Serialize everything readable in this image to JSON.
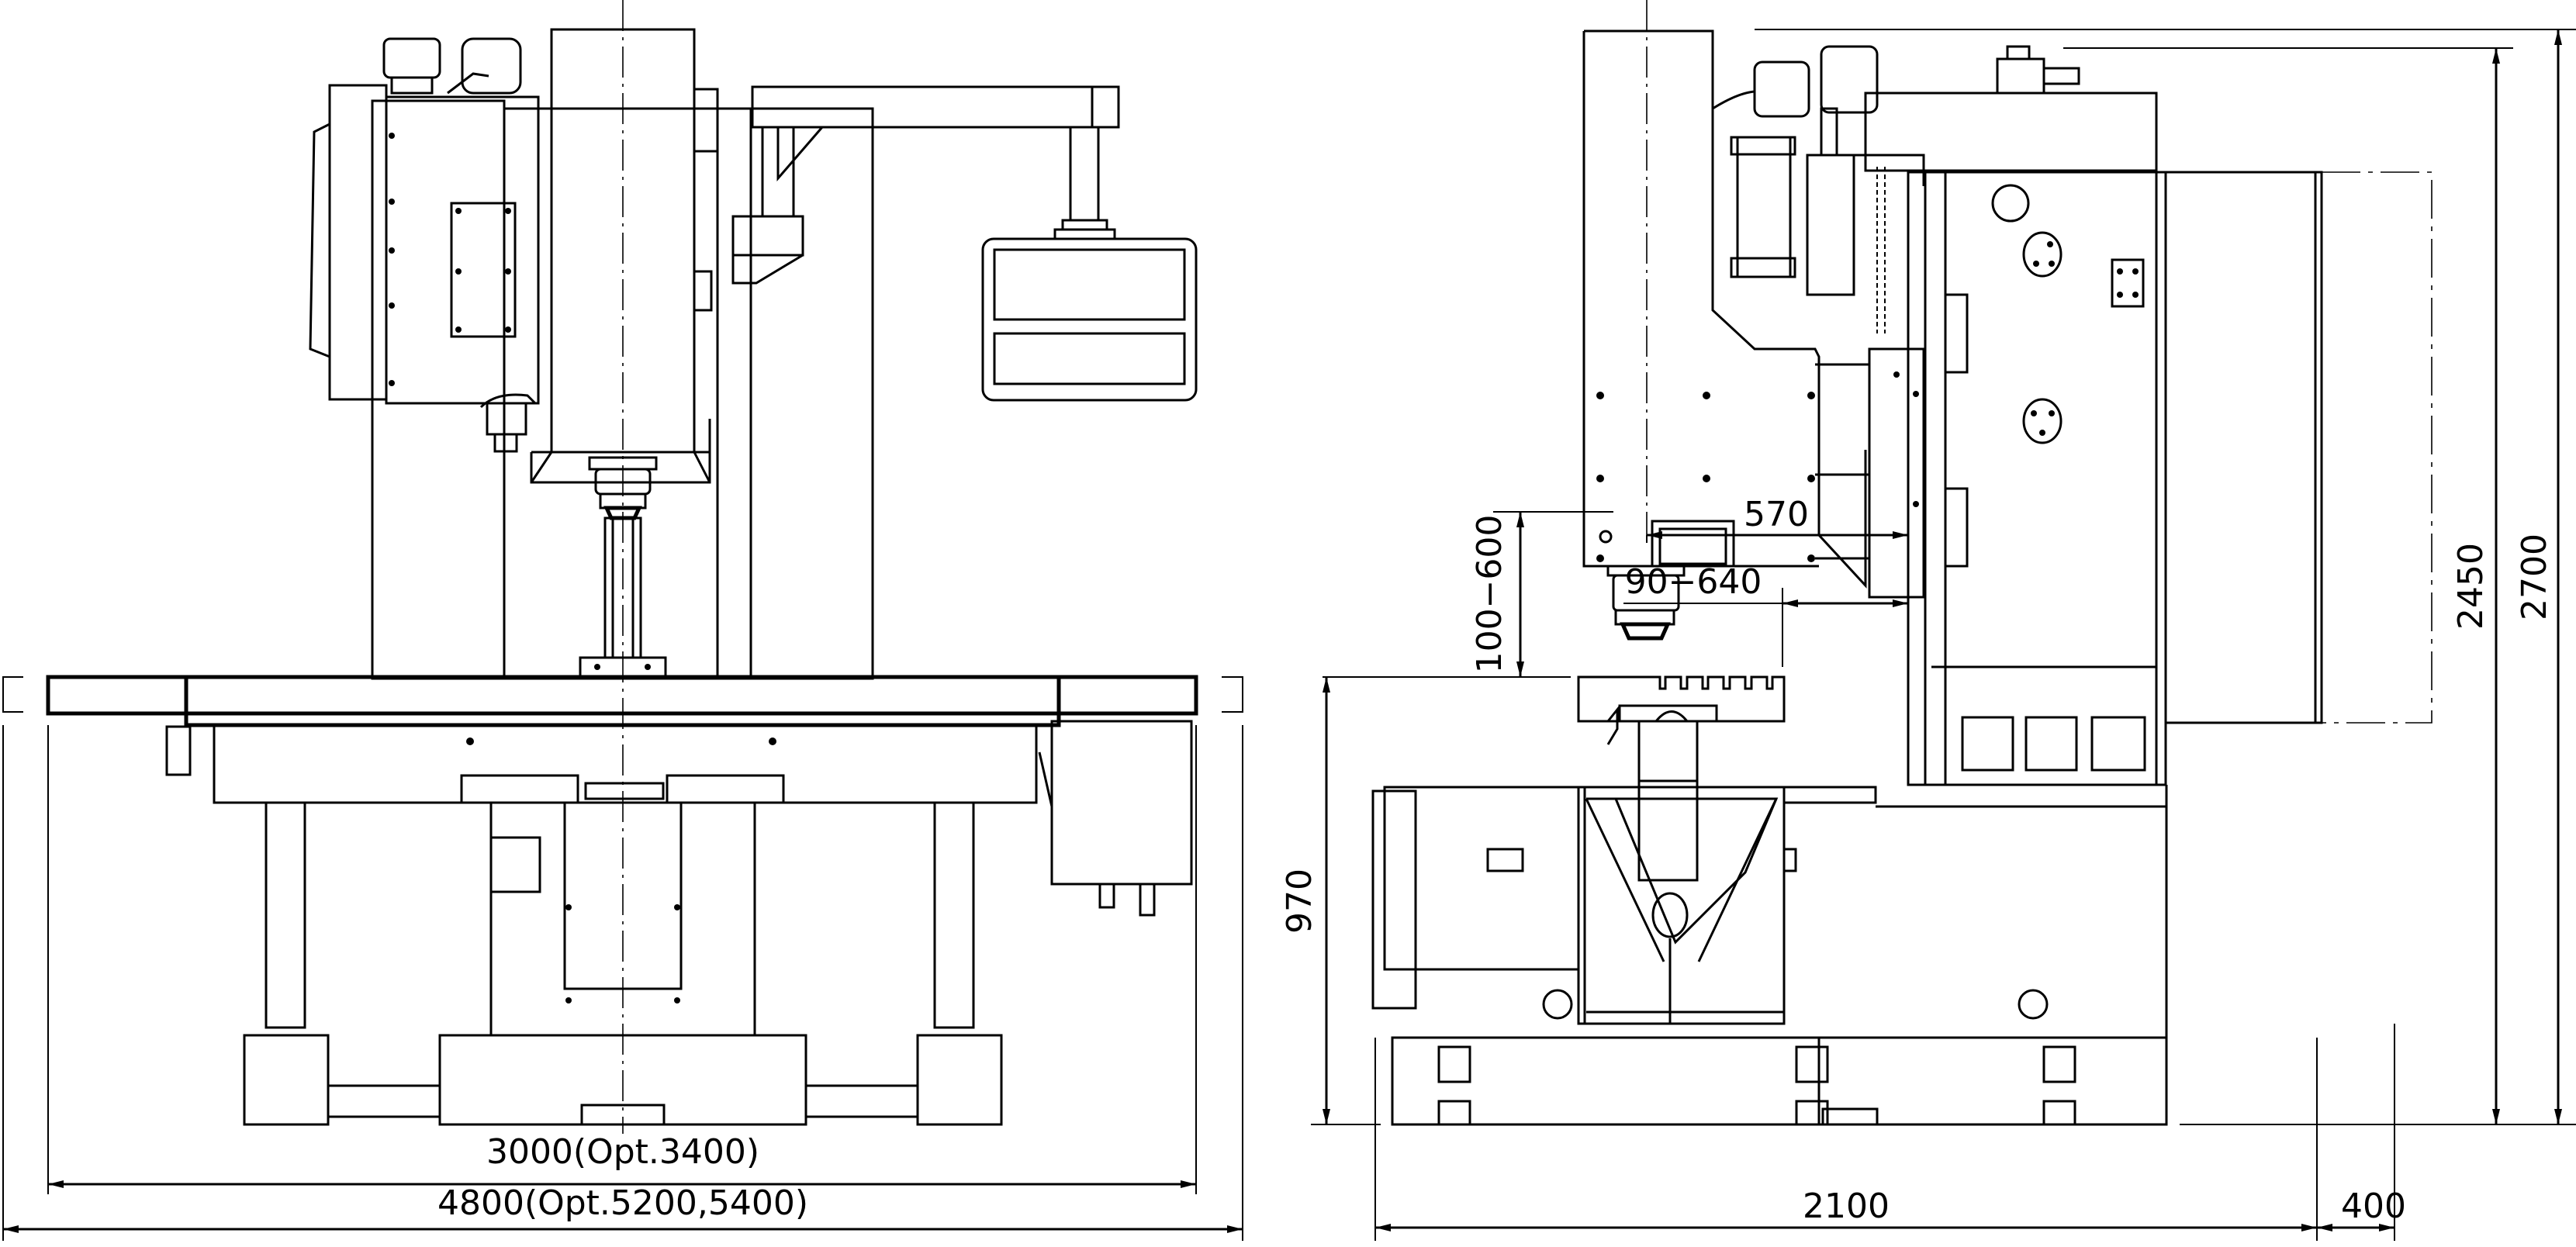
{
  "drawing": {
    "front_view": {
      "dimensions": {
        "table_travel": "3000(Opt.3400)",
        "overall_width": "4800(Opt.5200,5400)"
      }
    },
    "side_view": {
      "dimensions": {
        "spindle_to_column": "570",
        "spindle_to_table_range": "100−600",
        "table_to_column_range": "90−640",
        "table_height": "970",
        "base_depth": "2100",
        "rear_clearance": "400",
        "height_standard": "2450",
        "height_overall": "2700"
      }
    },
    "line_color": "#000000",
    "background_color": "#ffffff"
  }
}
